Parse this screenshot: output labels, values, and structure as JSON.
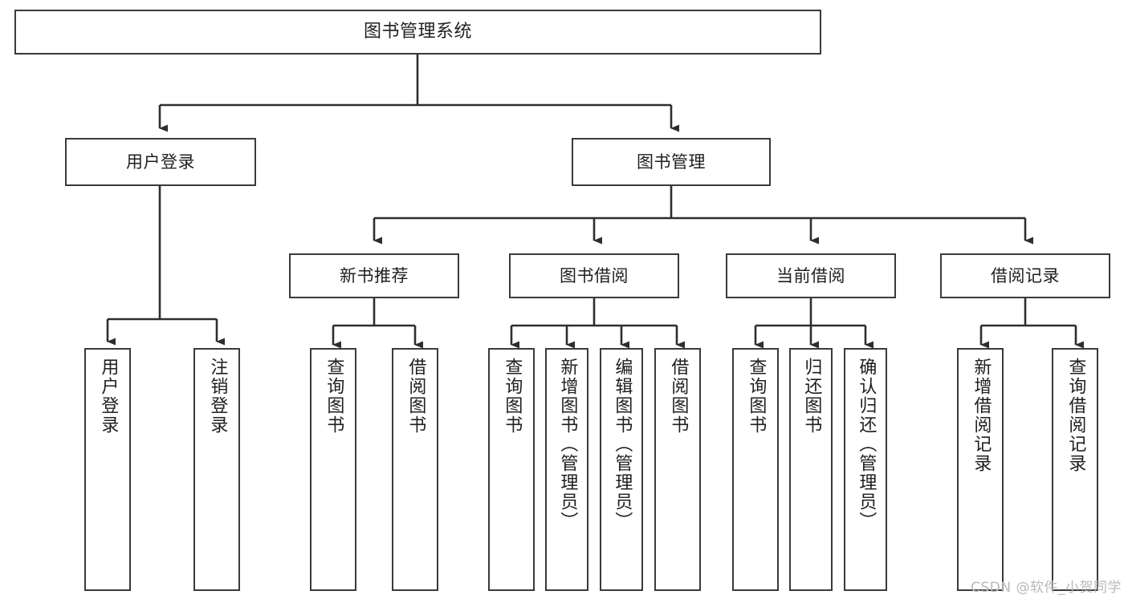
{
  "diagram": {
    "title": "图书管理系统",
    "watermark": "CSDN @软件_小贺同学",
    "stroke_color": "#3a3a3a",
    "text_color": "#1f1f1f",
    "background": "#ffffff"
  },
  "nodes": {
    "root": {
      "label": "图书管理系统"
    },
    "level2": [
      {
        "id": "user-login",
        "label": "用户登录"
      },
      {
        "id": "book-management",
        "label": "图书管理"
      }
    ],
    "level3": [
      {
        "id": "new-book-recommend",
        "label": "新书推荐"
      },
      {
        "id": "book-borrow",
        "label": "图书借阅"
      },
      {
        "id": "current-borrow",
        "label": "当前借阅"
      },
      {
        "id": "borrow-record",
        "label": "借阅记录"
      }
    ],
    "leaves": {
      "user_login": [
        {
          "id": "leaf-user-login",
          "label": "用户登录"
        },
        {
          "id": "leaf-logout-login",
          "label": "注销登录"
        }
      ],
      "new_book_recommend": [
        {
          "id": "leaf-query-book-1",
          "label": "查询图书"
        },
        {
          "id": "leaf-borrow-book-1",
          "label": "借阅图书"
        }
      ],
      "book_borrow": [
        {
          "id": "leaf-query-book-2",
          "label": "查询图书"
        },
        {
          "id": "leaf-add-book",
          "label": "新增图书（管理员）"
        },
        {
          "id": "leaf-edit-book",
          "label": "编辑图书（管理员）"
        },
        {
          "id": "leaf-borrow-book-2",
          "label": "借阅图书"
        }
      ],
      "current_borrow": [
        {
          "id": "leaf-query-book-3",
          "label": "查询图书"
        },
        {
          "id": "leaf-return-book",
          "label": "归还图书"
        },
        {
          "id": "leaf-confirm-return",
          "label": "确认归还（管理员）"
        }
      ],
      "borrow_record": [
        {
          "id": "leaf-add-record",
          "label": "新增借阅记录"
        },
        {
          "id": "leaf-query-record",
          "label": "查询借阅记录"
        }
      ]
    }
  },
  "chart_data": {
    "type": "diagram",
    "diagram_kind": "tree / functional-structure-chart",
    "title": "图书管理系统",
    "orientation": "top-down",
    "levels": 4,
    "tree": {
      "name": "图书管理系统",
      "children": [
        {
          "name": "用户登录",
          "children": [
            {
              "name": "用户登录"
            },
            {
              "name": "注销登录"
            }
          ]
        },
        {
          "name": "图书管理",
          "children": [
            {
              "name": "新书推荐",
              "children": [
                {
                  "name": "查询图书"
                },
                {
                  "name": "借阅图书"
                }
              ]
            },
            {
              "name": "图书借阅",
              "children": [
                {
                  "name": "查询图书"
                },
                {
                  "name": "新增图书（管理员）"
                },
                {
                  "name": "编辑图书（管理员）"
                },
                {
                  "name": "借阅图书"
                }
              ]
            },
            {
              "name": "当前借阅",
              "children": [
                {
                  "name": "查询图书"
                },
                {
                  "name": "归还图书"
                },
                {
                  "name": "确认归还（管理员）"
                }
              ]
            },
            {
              "name": "借阅记录",
              "children": [
                {
                  "name": "新增借阅记录"
                },
                {
                  "name": "查询借阅记录"
                }
              ]
            }
          ]
        }
      ]
    },
    "node_count": 18,
    "edge_style": "orthogonal elbow connectors with filled triangular arrowheads"
  }
}
